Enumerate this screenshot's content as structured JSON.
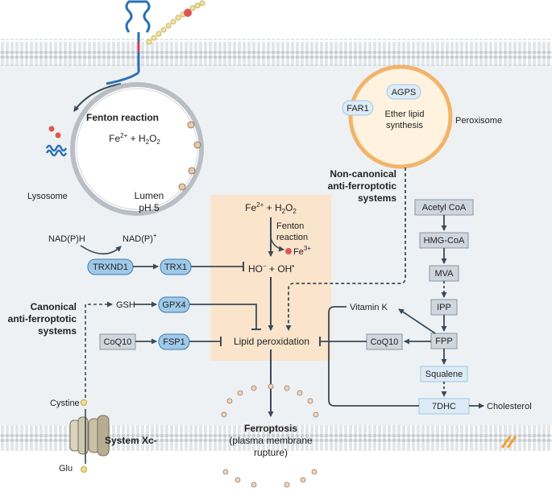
{
  "colors": {
    "cytoplasm": "#eef1f3",
    "membrane_head": "#cdd2d6",
    "membrane_tail": "#b8bec3",
    "arrow": "#3a4a58",
    "blue_node_fill": "#9fc9e8",
    "blue_node_stroke": "#3b7bb5",
    "grey_node_fill": "#cfd6de",
    "grey_node_stroke": "#8a96a2",
    "light_node_fill": "#dcebf6",
    "peroxisome_fill": "#fff3e0",
    "peroxisome_stroke": "#f2b46b",
    "highlight_panel": "#fbe4cc",
    "iron_red": "#e05555",
    "receptor_blue": "#2a6fb5",
    "transferrin_yellow": "#f1e3a0"
  },
  "lysosome": {
    "title": "Fenton reaction",
    "equation_fe": "Fe",
    "equation_sup": "2+",
    "equation_rest": " + H",
    "equation_sub": "2",
    "equation_end": "O",
    "equation_sub2": "2",
    "label": "Lysosome",
    "lumen": "Lumen",
    "ph": "pH 5"
  },
  "peroxisome": {
    "label": "Peroxisome",
    "agps": "AGPS",
    "far1": "FAR1",
    "ether_line1": "Ether lipid",
    "ether_line2": "synthesis"
  },
  "noncanonical": {
    "line1": "Non-canonical",
    "line2": "anti-ferroptotic",
    "line3": "systems"
  },
  "canonical": {
    "line1": "Canonical",
    "line2": "anti-ferroptotic",
    "line3": "systems"
  },
  "fenton_panel": {
    "fe": "Fe",
    "fe_sup": "2+",
    "h2o2": " + H",
    "h2o2_sub": "2",
    "o": "O",
    "o_sub": "2",
    "reaction1": "Fenton",
    "reaction2": "reaction",
    "fe3": "Fe",
    "fe3_sup": "3+",
    "ho": "HO",
    "ho_sup": "−",
    "plus_oh": " + OH",
    "oh_sup": "•",
    "lipid": "Lipid peroxidation"
  },
  "redox": {
    "nadph": "NAD(P)H",
    "nadp": "NAD(P)",
    "nadp_sup": "+",
    "trxnd1": "TRXND1",
    "trx1": "TRX1"
  },
  "gsh_axis": {
    "gsh": "GSH",
    "gpx4": "GPX4",
    "coq10": "CoQ10",
    "fsp1": "FSP1"
  },
  "mevalonate": {
    "acetyl": "Acetyl CoA",
    "hmg": "HMG-CoA",
    "mva": "MVA",
    "ipp": "IPP",
    "fpp": "FPP",
    "squalene": "Squalene",
    "dhc": "7DHC",
    "cholesterol": "Cholesterol",
    "vitamink": "Vitamin K",
    "coq10": "CoQ10"
  },
  "system_xc": {
    "cystine": "Cystine",
    "label": "System Xc-",
    "glu": "Glu"
  },
  "ferroptosis": {
    "title": "Ferroptosis",
    "line2": "(plasma membrane",
    "line3": "rupture)"
  }
}
